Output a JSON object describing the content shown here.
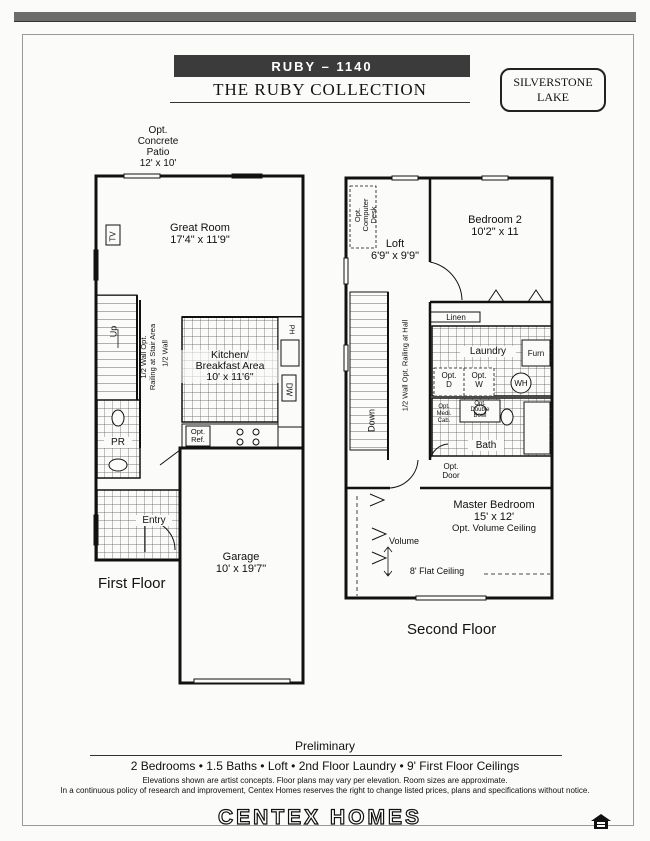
{
  "header": {
    "model": "RUBY – 1140",
    "collection": "THE RUBY COLLECTION",
    "community_logo": [
      "SILVERSTONE",
      "LAKE"
    ]
  },
  "first_floor": {
    "label": "First Floor",
    "patio": [
      "Opt.",
      "Concrete",
      "Patio",
      "12' x 10'"
    ],
    "great_room": [
      "Great Room",
      "17'4\" x 11'9\""
    ],
    "tv": "TV",
    "railing": [
      "1/2 Wall Opt.",
      "Railing at Stair Area"
    ],
    "half_wall": "1/2 Wall",
    "up": "Up",
    "kitchen": [
      "Kitchen/",
      "Breakfast Area",
      "10' x 11'6\""
    ],
    "ph": "PH",
    "dw": "DW",
    "ref": [
      "Opt.",
      "Ref."
    ],
    "pr": "PR",
    "entry": "Entry",
    "garage": [
      "Garage",
      "10' x 19'7\""
    ]
  },
  "second_floor": {
    "label": "Second Floor",
    "computer_desk": [
      "Opt.",
      "Computer",
      "Desk"
    ],
    "loft": [
      "Loft",
      "6'9\" x 9'9\""
    ],
    "bedroom2": [
      "Bedroom 2",
      "10'2\" x 11"
    ],
    "linen": "Linen",
    "laundry": "Laundry",
    "furn": "Furn",
    "opt_d": [
      "Opt.",
      "D"
    ],
    "opt_w": [
      "Opt.",
      "W"
    ],
    "wh": "WH",
    "railing": "1/2 Wall Opt. Railing at Hall",
    "down": "Down",
    "med_cab": [
      "Opt.",
      "Medi.",
      "Cab."
    ],
    "double_bowl": [
      "Opt.",
      "Double",
      "Bowl"
    ],
    "bath": "Bath",
    "opt_door": [
      "Opt.",
      "Door"
    ],
    "master": [
      "Master Bedroom",
      "15' x 12'",
      "Opt. Volume Ceiling"
    ],
    "volume": "Volume",
    "flat_ceiling": "8' Flat Ceiling"
  },
  "footer": {
    "preliminary": "Preliminary",
    "features": "2 Bedrooms • 1.5 Baths • Loft • 2nd Floor Laundry • 9' First Floor Ceilings",
    "disclaimer1": "Elevations shown are artist concepts. Floor plans may vary per elevation. Room sizes are approximate.",
    "disclaimer2": "In a continuous policy of research and improvement, Centex Homes reserves the right to change listed prices, plans and specifications without notice.",
    "brand": "CENTEX HOMES"
  }
}
